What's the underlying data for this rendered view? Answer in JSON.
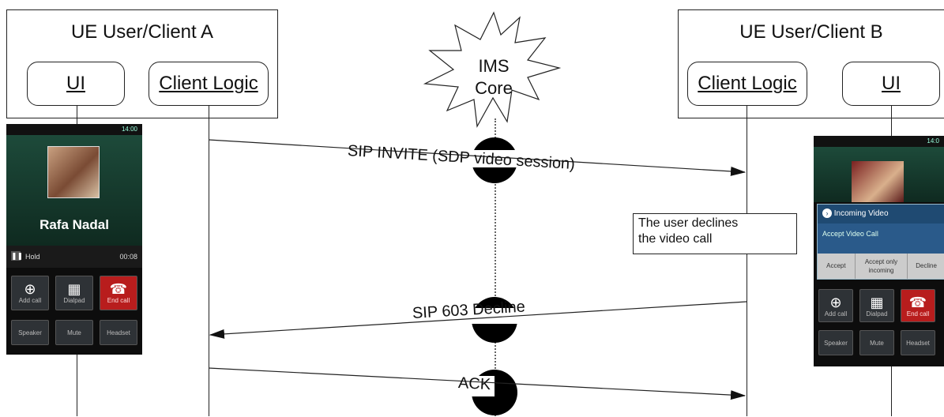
{
  "client_a": {
    "title": "UE User/Client A",
    "ui_label": "UI",
    "logic_label": "Client Logic",
    "phone": {
      "status_time": "14:00",
      "caller_name": "Rafa Nadal",
      "hold_label": "Hold",
      "call_timer": "00:08",
      "buttons": [
        "Add call",
        "Dialpad",
        "End call"
      ],
      "bottom_buttons": [
        "Speaker",
        "Mute",
        "Headset"
      ]
    }
  },
  "client_b": {
    "title": "UE User/Client B",
    "ui_label": "UI",
    "logic_label": "Client Logic",
    "phone": {
      "status_time": "14:0",
      "dialog_title": "Incoming Video",
      "dialog_text": "Accept Video Call",
      "dialog_buttons": [
        "Accept",
        "Accept only incoming",
        "Decline"
      ],
      "buttons": [
        "Add call",
        "Dialpad",
        "End call"
      ],
      "bottom_buttons": [
        "Speaker",
        "Mute",
        "Headset"
      ]
    }
  },
  "core": {
    "label_line1": "IMS",
    "label_line2": "Core"
  },
  "messages": {
    "invite": "SIP INVITE (SDP video session)",
    "decline": "SIP 603 Decline",
    "ack": "ACK"
  },
  "note": {
    "line1": "The user declines",
    "line2": "the video call"
  }
}
